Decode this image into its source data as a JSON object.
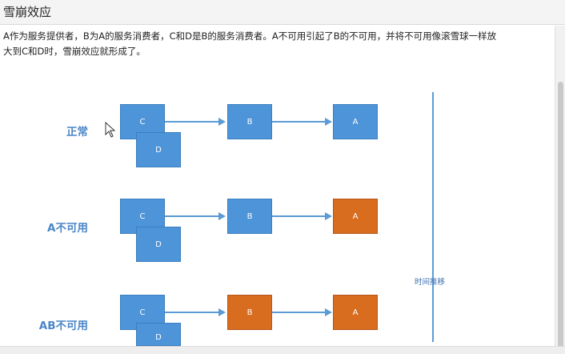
{
  "header": {
    "title": "雪崩效应"
  },
  "description": {
    "line1": "A作为服务提供者，B为A的服务消费者，C和D是B的服务消费者。A不可用引起了B的不可用，并将不可用像滚雪球一样放",
    "line2": "大到C和D时，雪崩效应就形成了。"
  },
  "diagram": {
    "rows": [
      {
        "label": "正常",
        "c": "C",
        "d": "D",
        "b": "B",
        "a": "A",
        "b_status": "ok",
        "a_status": "ok"
      },
      {
        "label": "A不可用",
        "c": "C",
        "d": "D",
        "b": "B",
        "a": "A",
        "b_status": "ok",
        "a_status": "fail"
      },
      {
        "label": "AB不可用",
        "c": "C",
        "d": "D",
        "b": "B",
        "a": "A",
        "b_status": "fail",
        "a_status": "fail"
      }
    ],
    "time_axis_label": "时间推移",
    "colors": {
      "ok": "#4e94d8",
      "fail": "#d86c1f",
      "label": "#4a86c8"
    }
  }
}
